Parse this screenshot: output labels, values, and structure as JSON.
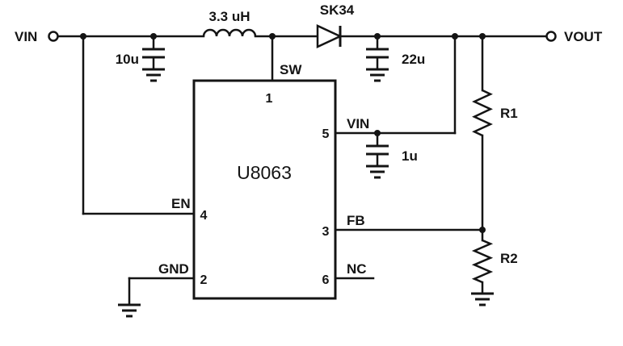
{
  "schematic": {
    "ic": {
      "name": "U8063"
    },
    "terminals": {
      "input": "VIN",
      "output": "VOUT"
    },
    "components": {
      "inductor": {
        "value": "3.3 uH"
      },
      "diode": {
        "value": "SK34"
      },
      "input_cap": {
        "value": "10u"
      },
      "output_cap": {
        "value": "22u"
      },
      "bypass_cap": {
        "value": "1u"
      },
      "r1": {
        "value": "R1"
      },
      "r2": {
        "value": "R2"
      }
    },
    "pins": {
      "sw": {
        "number": "1",
        "label": "SW"
      },
      "vin": {
        "number": "5",
        "label": "VIN"
      },
      "en": {
        "number": "4",
        "label": "EN"
      },
      "fb": {
        "number": "3",
        "label": "FB"
      },
      "gnd": {
        "number": "2",
        "label": "GND"
      },
      "nc": {
        "number": "6",
        "label": "NC"
      }
    },
    "colors": {
      "ink": "#141414",
      "background": "#ffffff"
    }
  }
}
